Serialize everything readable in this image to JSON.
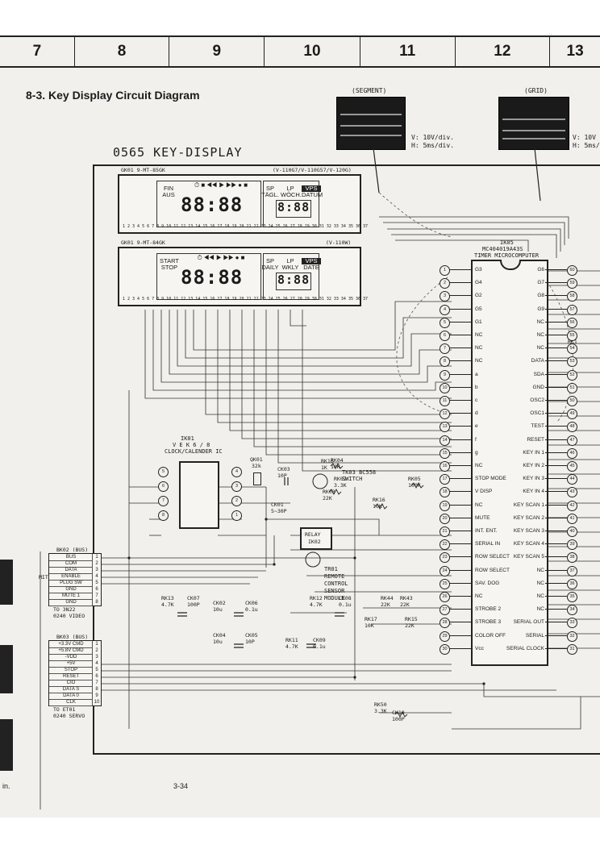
{
  "columns": [
    "7",
    "8",
    "9",
    "10",
    "11",
    "12",
    "13"
  ],
  "title": "8-3. Key Display Circuit Diagram",
  "board_label": "0565  KEY-DISPLAY",
  "waveforms": [
    {
      "label": "(SEGMENT)",
      "meta": [
        "V: 10V/div.",
        "H: 5ms/div."
      ]
    },
    {
      "label": "(GRID)",
      "meta": [
        "V: 10V",
        "H: 5ms/"
      ]
    }
  ],
  "vfd_top": {
    "ref": "GK01  9-MT-85GK",
    "models": "(V-110G7/V-110G57/V-120G)",
    "labels": [
      "FIN",
      "AUS",
      "SP",
      "TÄGL.",
      "LP",
      "WÖCH.",
      "VPS",
      "DATUM"
    ],
    "big_digits": "88:88",
    "small_digits": "8:88",
    "pins": "1 2 3 4 5 6 7 8 9 10 11 12 13 14 15 16 17 18 19 20 21 22 23 24 25 26 27 28 29 30 31 32 33 34 35 36 37"
  },
  "vfd_bottom": {
    "ref": "GK01  9-MT-84GK",
    "models": "(V-110W)",
    "labels": [
      "START",
      "STOP",
      "SP",
      "DAILY",
      "LP",
      "WKLY",
      "VPS",
      "DATE"
    ],
    "big_digits": "88:88",
    "small_digits": "8:88",
    "pins": "1 2 3 4 5 6 7 8 9 10 11 12 13 14 15 16 17 18 19 20 21 22 23 24 25 26 27 28 29 30 31 32 33 34 35 36 37"
  },
  "mcu": {
    "ref": "IK05",
    "part": "MC404019A43S",
    "name": "TIMER MICROCOMPUTER",
    "left_pins": [
      {
        "num": "1",
        "label": "G3"
      },
      {
        "num": "2",
        "label": "G4"
      },
      {
        "num": "3",
        "label": "G2"
      },
      {
        "num": "4",
        "label": "G5"
      },
      {
        "num": "5",
        "label": "G1"
      },
      {
        "num": "6",
        "label": "NC"
      },
      {
        "num": "7",
        "label": "NC"
      },
      {
        "num": "8",
        "label": "NC"
      },
      {
        "num": "9",
        "label": "a"
      },
      {
        "num": "10",
        "label": "b"
      },
      {
        "num": "11",
        "label": "c"
      },
      {
        "num": "12",
        "label": "d"
      },
      {
        "num": "13",
        "label": "e"
      },
      {
        "num": "14",
        "label": "f"
      },
      {
        "num": "15",
        "label": "g"
      },
      {
        "num": "16",
        "label": "NC"
      },
      {
        "num": "17",
        "label": "STOP MODE"
      },
      {
        "num": "18",
        "label": "V DISP"
      },
      {
        "num": "19",
        "label": "NC"
      },
      {
        "num": "20",
        "label": "MUTE"
      },
      {
        "num": "21",
        "label": "INT. ENT."
      },
      {
        "num": "22",
        "label": "SERIAL IN"
      },
      {
        "num": "23",
        "label": "ROW SELECT"
      },
      {
        "num": "24",
        "label": "ROW SELECT"
      },
      {
        "num": "25",
        "label": "SAV. DOG"
      },
      {
        "num": "26",
        "label": "NC"
      },
      {
        "num": "27",
        "label": "STROBE 2"
      },
      {
        "num": "28",
        "label": "STROBE 3"
      },
      {
        "num": "29",
        "label": "COLOR OFF"
      },
      {
        "num": "30",
        "label": "Vcc"
      }
    ],
    "right_pins": [
      {
        "num": "60",
        "label": "G6"
      },
      {
        "num": "59",
        "label": "G7"
      },
      {
        "num": "58",
        "label": "G8"
      },
      {
        "num": "57",
        "label": "G9"
      },
      {
        "num": "56",
        "label": "NC"
      },
      {
        "num": "55",
        "label": "NC"
      },
      {
        "num": "54",
        "label": "NC"
      },
      {
        "num": "53",
        "label": "DATA"
      },
      {
        "num": "52",
        "label": "SDA"
      },
      {
        "num": "51",
        "label": "GND"
      },
      {
        "num": "50",
        "label": "OSC2"
      },
      {
        "num": "49",
        "label": "OSC1"
      },
      {
        "num": "48",
        "label": "TEST"
      },
      {
        "num": "47",
        "label": "RESET"
      },
      {
        "num": "46",
        "label": "KEY IN 1"
      },
      {
        "num": "45",
        "label": "KEY IN 2"
      },
      {
        "num": "44",
        "label": "KEY IN 3"
      },
      {
        "num": "43",
        "label": "KEY IN 4"
      },
      {
        "num": "42",
        "label": "KEY SCAN 1"
      },
      {
        "num": "41",
        "label": "KEY SCAN 2"
      },
      {
        "num": "40",
        "label": "KEY SCAN 3"
      },
      {
        "num": "39",
        "label": "KEY SCAN 4"
      },
      {
        "num": "38",
        "label": "KEY SCAN 5"
      },
      {
        "num": "37",
        "label": "NC"
      },
      {
        "num": "36",
        "label": "NC"
      },
      {
        "num": "35",
        "label": "NC"
      },
      {
        "num": "34",
        "label": "NC"
      },
      {
        "num": "33",
        "label": "SERIAL OUT"
      },
      {
        "num": "32",
        "label": "SERIAL"
      },
      {
        "num": "31",
        "label": "SERIAL CLOCK"
      }
    ]
  },
  "clock_ic": {
    "ref": "IK01",
    "part": "V E K 6 / 8",
    "name": "CLOCK/CALENDER IC",
    "left_pins": [
      "5",
      "6",
      "7",
      "8"
    ],
    "right_pins": [
      "4",
      "3",
      "2",
      "1"
    ]
  },
  "switch_label": {
    "ref": "TK03  BC558",
    "name": "SWITCH"
  },
  "remote": {
    "ref": "TR01",
    "lines": [
      "REMOTE",
      "CONTROL",
      "SENSOR",
      "MODULE"
    ]
  },
  "relay": {
    "ref": "RELAY",
    "sub": "IK02"
  },
  "bk02": {
    "header": "BK02  (BUS)",
    "rows": [
      "BUS",
      "COM",
      "DATA",
      "ENABLE",
      "PLUG SW",
      "GND",
      "MUTE 1",
      "GND"
    ],
    "side": "MIT",
    "footer": [
      "TO 3N22",
      "0240 VIDEO"
    ]
  },
  "bk03": {
    "header": "BK03  (BUS)",
    "rows": [
      "+3.3V CMD",
      "+5.8V CMD",
      "-VDD",
      "+5V",
      "STOP",
      "RESET",
      "CIO",
      "DATA S",
      "DATA 0",
      "CLK"
    ],
    "footer": [
      "TO ET01",
      "0240 SERVO"
    ]
  },
  "crystal": {
    "ref": "QK01",
    "freq": "32k"
  },
  "components": [
    {
      "ref": "CK03",
      "val": "10P"
    },
    {
      "ref": "CK01",
      "val": "5~30P"
    },
    {
      "ref": "RK04",
      "val": "10K"
    },
    {
      "ref": "RK02",
      "val": "3.3K"
    },
    {
      "ref": "RK05",
      "val": "100K"
    },
    {
      "ref": "RK03",
      "val": "22K"
    },
    {
      "ref": "RK16",
      "val": "10K"
    },
    {
      "ref": "RK13",
      "val": "4.7K"
    },
    {
      "ref": "CK07",
      "val": "100P"
    },
    {
      "ref": "CK02",
      "val": "10u"
    },
    {
      "ref": "CK06",
      "val": "0.1u"
    },
    {
      "ref": "CK04",
      "val": "10u"
    },
    {
      "ref": "CK05",
      "val": "10P"
    },
    {
      "ref": "RK12",
      "val": "4.7K"
    },
    {
      "ref": "CK08",
      "val": "0.1u"
    },
    {
      "ref": "RK44",
      "val": "22K"
    },
    {
      "ref": "RK43",
      "val": "22K"
    },
    {
      "ref": "RK11",
      "val": "4.7K"
    },
    {
      "ref": "CK09",
      "val": "0.1u"
    },
    {
      "ref": "RK17",
      "val": "10K"
    },
    {
      "ref": "RK15",
      "val": "22K"
    },
    {
      "ref": "RK50",
      "val": "3.3K"
    },
    {
      "ref": "CK10",
      "val": "100P"
    },
    {
      "ref": "RK16",
      "val": "1K"
    },
    {
      "ref": "RK1",
      "val": ""
    }
  ],
  "page_number": "3-34",
  "corner_text": "in."
}
